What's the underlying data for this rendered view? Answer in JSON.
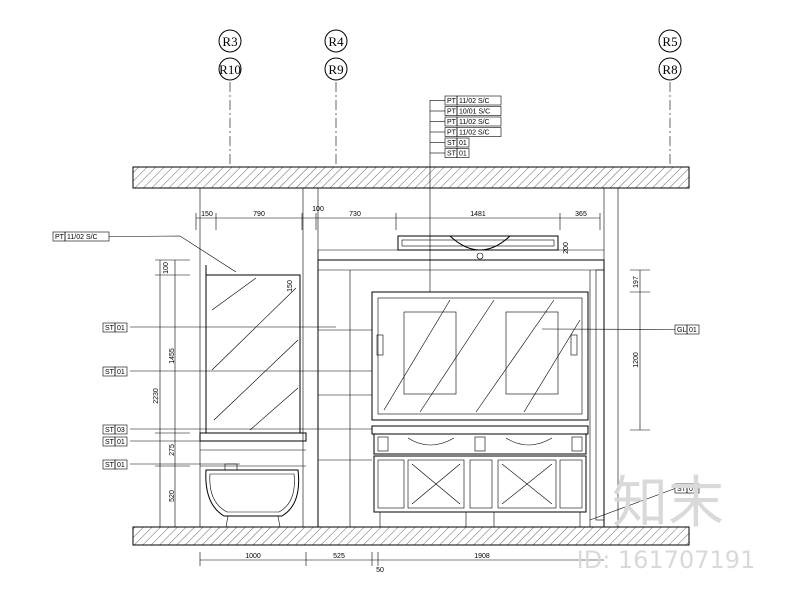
{
  "grid_labels": [
    {
      "top": "R3",
      "bottom": "R10"
    },
    {
      "top": "R4",
      "bottom": "R9"
    },
    {
      "top": "R5",
      "bottom": "R8"
    }
  ],
  "top_dimensions": [
    "150",
    "790",
    "100",
    "730",
    "1481",
    "365"
  ],
  "bottom_dimensions": [
    "1000",
    "525",
    "1908",
    "50"
  ],
  "left_dimensions": [
    "100",
    "1455",
    "2230",
    "275",
    "520",
    "150"
  ],
  "right_dimensions": [
    "197",
    "1200"
  ],
  "mirror_dimension": "200",
  "material_stack": [
    {
      "code": "PT",
      "spec": "11/02 S/C"
    },
    {
      "code": "PT",
      "spec": "10/01 S/C"
    },
    {
      "code": "PT",
      "spec": "11/02 S/C"
    },
    {
      "code": "PT",
      "spec": "11/02 S/C"
    },
    {
      "code": "ST",
      "spec": "01"
    },
    {
      "code": "ST",
      "spec": "01"
    }
  ],
  "left_tags": [
    {
      "code": "PT",
      "spec": "11/02 S/C"
    },
    {
      "code": "ST",
      "spec": "01"
    },
    {
      "code": "ST",
      "spec": "01"
    },
    {
      "code": "ST",
      "spec": "03"
    },
    {
      "code": "ST",
      "spec": "01"
    },
    {
      "code": "ST",
      "spec": "01"
    }
  ],
  "right_tags": [
    {
      "code": "GL",
      "spec": "01"
    },
    {
      "code": "ST",
      "spec": "01"
    }
  ],
  "watermark": {
    "logo": "知末",
    "id": "ID: 161707191"
  }
}
